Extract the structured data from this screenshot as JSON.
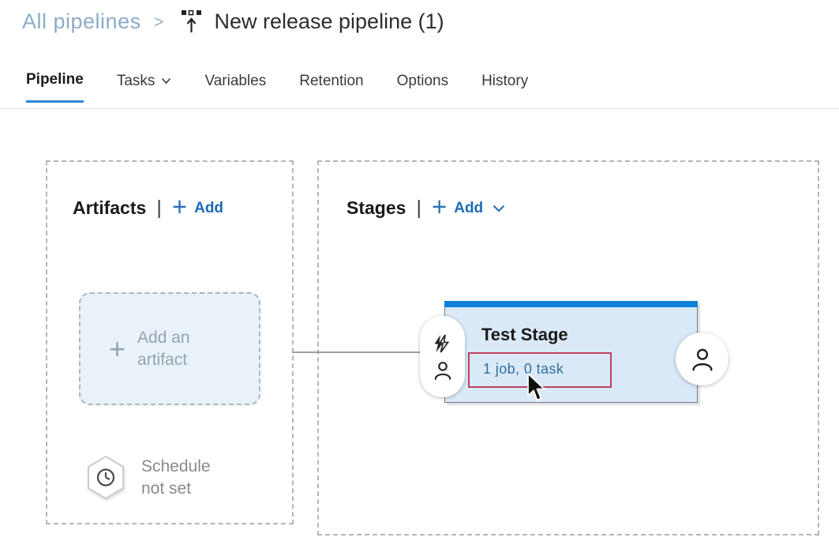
{
  "breadcrumb": {
    "parent": "All pipelines",
    "separator": ">",
    "title": "New release pipeline (1)"
  },
  "tabs": [
    {
      "label": "Pipeline",
      "active": true
    },
    {
      "label": "Tasks",
      "has_dropdown": true
    },
    {
      "label": "Variables"
    },
    {
      "label": "Retention"
    },
    {
      "label": "Options"
    },
    {
      "label": "History"
    }
  ],
  "artifacts": {
    "title": "Artifacts",
    "divider": "|",
    "plus": "+",
    "add_label": "Add",
    "placeholder_plus": "+",
    "placeholder_text": "Add an artifact",
    "schedule_status": "Schedule not set"
  },
  "stages": {
    "title": "Stages",
    "divider": "|",
    "plus": "+",
    "add_label": "Add",
    "stage": {
      "name": "Test Stage",
      "meta": "1 job, 0 task"
    }
  },
  "icons": {
    "breadcrumb_icon": "release-pipeline-icon",
    "pre_deploy": [
      "lightning-icon",
      "person-icon"
    ],
    "post_deploy": "person-icon",
    "schedule": "clock-icon"
  },
  "colors": {
    "accent_blue": "#0e7fd8",
    "add_link_blue": "#1e6bb8",
    "meta_link_blue": "#33709f",
    "breadcrumb_link": "#8dabc6",
    "highlight_red": "#bf4060",
    "stage_fill": "#d9e9f8",
    "tab_underline": "#2e86d4"
  }
}
